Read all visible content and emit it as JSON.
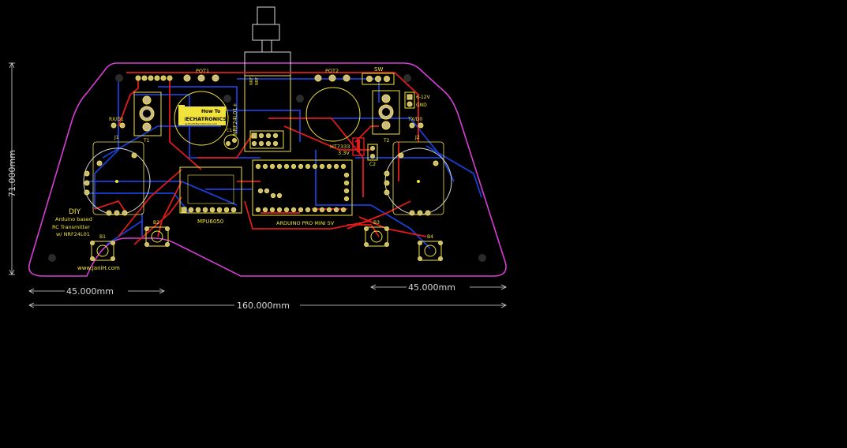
{
  "colors": {
    "background": "#000000",
    "outline": "#d63fd6",
    "silkscreen": "#f2e23c",
    "top_copper": "#e01b1b",
    "bottom_copper": "#1a3fd6",
    "dimension": "#d8d8d8"
  },
  "dimensions": {
    "height": "71.000mm",
    "left_width": "45.000mm",
    "right_width": "45.000mm",
    "total_width": "160.000mm"
  },
  "labels": {
    "pot1": "POT1",
    "pot2": "POT2",
    "sw": "SW",
    "nrf_module": "NRF24L01+",
    "nrf1": "NRF1",
    "nrf": "NRF",
    "power": "6-12V",
    "gnd": "GND",
    "rx": "RX/D1",
    "tx": "TX/D0",
    "j1": "J1",
    "j2": "J2",
    "t1": "T1",
    "t2": "T2",
    "c1": "C1",
    "c2": "C2",
    "regulator": "HT7333",
    "regulator_v": "3.3V",
    "logo_line1": "How To",
    "logo_line2": "MECHATRONICS",
    "logo_url": "www.HowToMechatronics.com",
    "mpu": "MPU6050",
    "arduino": "ARDUINO PRO MINI 5V",
    "b1": "B1",
    "b2": "B2",
    "b3": "B3",
    "b4": "B4",
    "diy": "DIY",
    "desc1": "Arduino based",
    "desc2": "RC Transmitter",
    "desc3": "w/ NRF24L01",
    "website": "www.JaniH.com"
  }
}
